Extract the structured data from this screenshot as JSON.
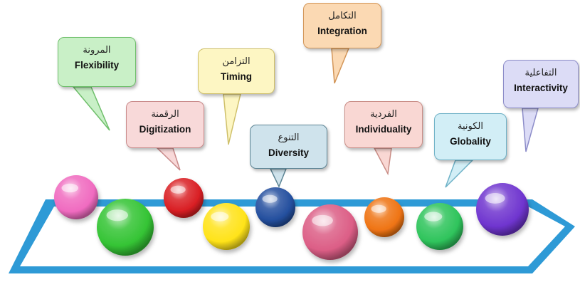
{
  "concepts": [
    {
      "id": "flexibility",
      "arabic": "المرونة",
      "english": "Flexibility",
      "fill": "#c9f0c7",
      "stroke": "#6fbf6b"
    },
    {
      "id": "digitization",
      "arabic": "الرقمنة",
      "english": "Digitization",
      "fill": "#f8d9d9",
      "stroke": "#c98a8a"
    },
    {
      "id": "timing",
      "arabic": "التزامن",
      "english": "Timing",
      "fill": "#fdf6c3",
      "stroke": "#cfc06a"
    },
    {
      "id": "diversity",
      "arabic": "التنوع",
      "english": "Diversity",
      "fill": "#cfe3ec",
      "stroke": "#5d8595"
    },
    {
      "id": "integration",
      "arabic": "التكامل",
      "english": "Integration",
      "fill": "#fbd9b3",
      "stroke": "#d39659"
    },
    {
      "id": "individuality",
      "arabic": "الفردية",
      "english": "Individuality",
      "fill": "#f9d7d3",
      "stroke": "#c98d86"
    },
    {
      "id": "globality",
      "arabic": "الكونية",
      "english": "Globality",
      "fill": "#d2eef6",
      "stroke": "#6fb2c7"
    },
    {
      "id": "interactivity",
      "arabic": "التفاعلية",
      "english": "Interactivity",
      "fill": "#dcdcf6",
      "stroke": "#8d8dc9"
    }
  ],
  "spheres": [
    {
      "id": "pink",
      "color": "#f06bc0"
    },
    {
      "id": "green",
      "color": "#35c435"
    },
    {
      "id": "red",
      "color": "#d91f24"
    },
    {
      "id": "yellow",
      "color": "#ffe31a"
    },
    {
      "id": "blue",
      "color": "#244f9e"
    },
    {
      "id": "rose",
      "color": "#dc5e86"
    },
    {
      "id": "orange",
      "color": "#ef7414"
    },
    {
      "id": "mint",
      "color": "#2fc45c"
    },
    {
      "id": "purple",
      "color": "#6f35cf"
    }
  ],
  "arrow": {
    "fill": "#2e9ad6"
  }
}
